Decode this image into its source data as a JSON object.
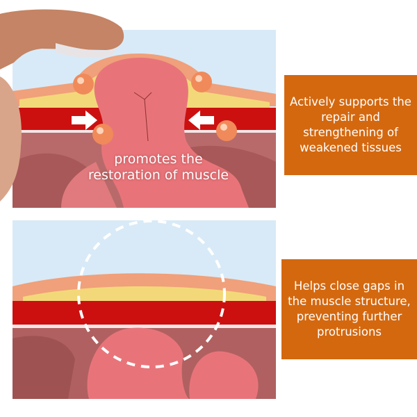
{
  "top_panel": {
    "overlay_line1": "promotes the",
    "overlay_line2": "restoration of muscle",
    "caption": "Actively supports the repair and strengthening of weakened tissues"
  },
  "bottom_panel": {
    "caption": "Helps close gaps in the muscle structure, preventing further protrusions"
  },
  "colors": {
    "caption_bg": "#d4680f",
    "sky": "#d8eaf7",
    "skin": "#f0a07a",
    "fat": "#f3d87a",
    "muscle": "#cc1010",
    "intestine": "#e8747a"
  }
}
